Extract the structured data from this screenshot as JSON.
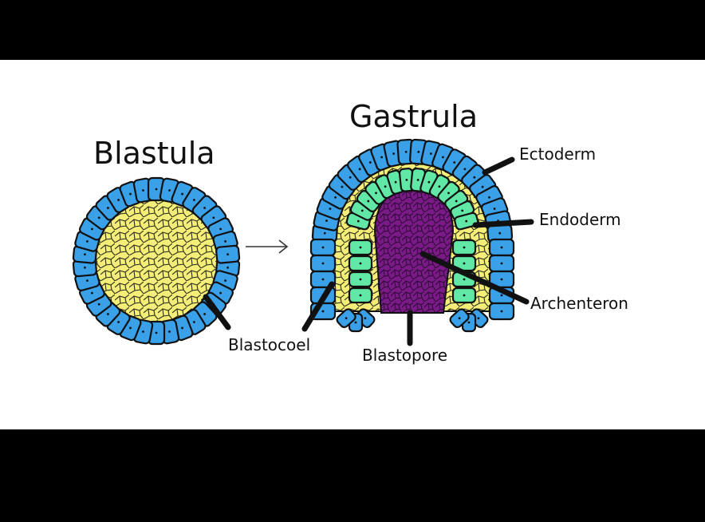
{
  "titles": {
    "blastula": "Blastula",
    "gastrula": "Gastrula"
  },
  "labels": {
    "blastocoel": "Blastocoel",
    "blastopore": "Blastopore",
    "ectoderm": "Ectoderm",
    "endoderm": "Endoderm",
    "archenteron": "Archenteron"
  },
  "colors": {
    "background": "#000000",
    "panel": "#ffffff",
    "ectoderm": "#3aa0e8",
    "yolk": "#f4ee78",
    "endoderm": "#62e8a6",
    "archenteron": "#7a1a86",
    "outline": "#111111"
  }
}
